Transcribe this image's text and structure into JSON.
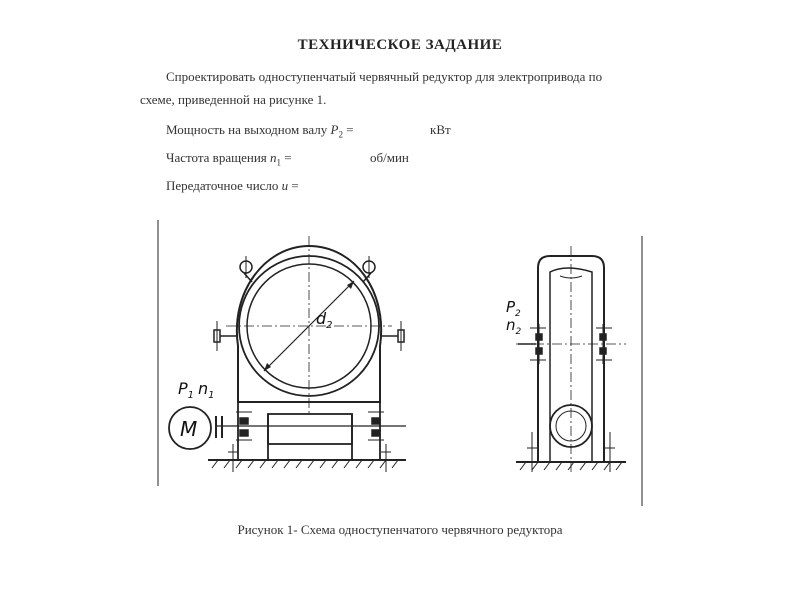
{
  "document": {
    "title": "ТЕХНИЧЕСКОЕ ЗАДАНИЕ",
    "paragraph_line1": "Спроектировать одноступенчатый червячный редуктор для электропривода по",
    "paragraph_line2": "схеме, приведенной на рисунке 1.",
    "power_label": "Мощность на выходном валу",
    "power_symbol": "P",
    "power_subscript": "2",
    "power_equals": "=",
    "power_unit": "кВт",
    "speed_label": "Частота вращения",
    "speed_symbol": "n",
    "speed_subscript": "1",
    "speed_equals": "=",
    "speed_unit": "об/мин",
    "ratio_label": "Передаточное число",
    "ratio_symbol": "u",
    "ratio_equals": "=",
    "caption": "Рисунок 1- Схема одноступенчатого червячного редуктора"
  },
  "figure": {
    "motor_label": "M",
    "motor_power": "P",
    "motor_power_sub": "1",
    "motor_speed": "n",
    "motor_speed_sub": "1",
    "diameter_label": "d",
    "diameter_sub": "2",
    "output_power": "P",
    "output_power_sub": "2",
    "output_speed": "n",
    "output_speed_sub": "2"
  }
}
